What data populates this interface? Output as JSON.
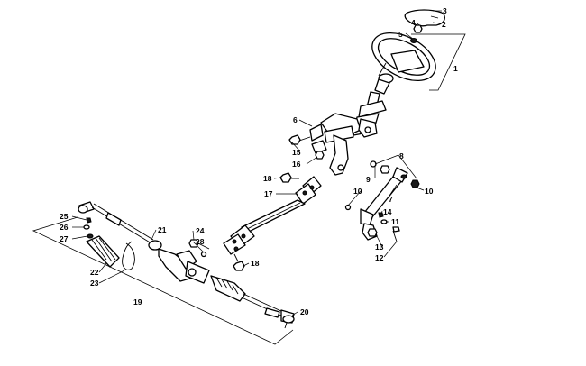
{
  "callouts": [
    {
      "id": "3",
      "label": "3"
    },
    {
      "id": "2",
      "label": "2"
    },
    {
      "id": "4",
      "label": "4"
    },
    {
      "id": "5",
      "label": "5"
    },
    {
      "id": "1",
      "label": "1"
    },
    {
      "id": "6",
      "label": "6"
    },
    {
      "id": "15",
      "label": "15"
    },
    {
      "id": "16",
      "label": "16"
    },
    {
      "id": "18a",
      "label": "18"
    },
    {
      "id": "17",
      "label": "17"
    },
    {
      "id": "9",
      "label": "9"
    },
    {
      "id": "8",
      "label": "8"
    },
    {
      "id": "10a",
      "label": "10"
    },
    {
      "id": "10b",
      "label": "10"
    },
    {
      "id": "7",
      "label": "7"
    },
    {
      "id": "14",
      "label": "14"
    },
    {
      "id": "11",
      "label": "11"
    },
    {
      "id": "13",
      "label": "13"
    },
    {
      "id": "12",
      "label": "12"
    },
    {
      "id": "25",
      "label": "25"
    },
    {
      "id": "26",
      "label": "26"
    },
    {
      "id": "27",
      "label": "27"
    },
    {
      "id": "21",
      "label": "21"
    },
    {
      "id": "24",
      "label": "24"
    },
    {
      "id": "28",
      "label": "28"
    },
    {
      "id": "18b",
      "label": "18"
    },
    {
      "id": "22",
      "label": "22"
    },
    {
      "id": "23",
      "label": "23"
    },
    {
      "id": "19",
      "label": "19"
    },
    {
      "id": "20",
      "label": "20"
    }
  ]
}
